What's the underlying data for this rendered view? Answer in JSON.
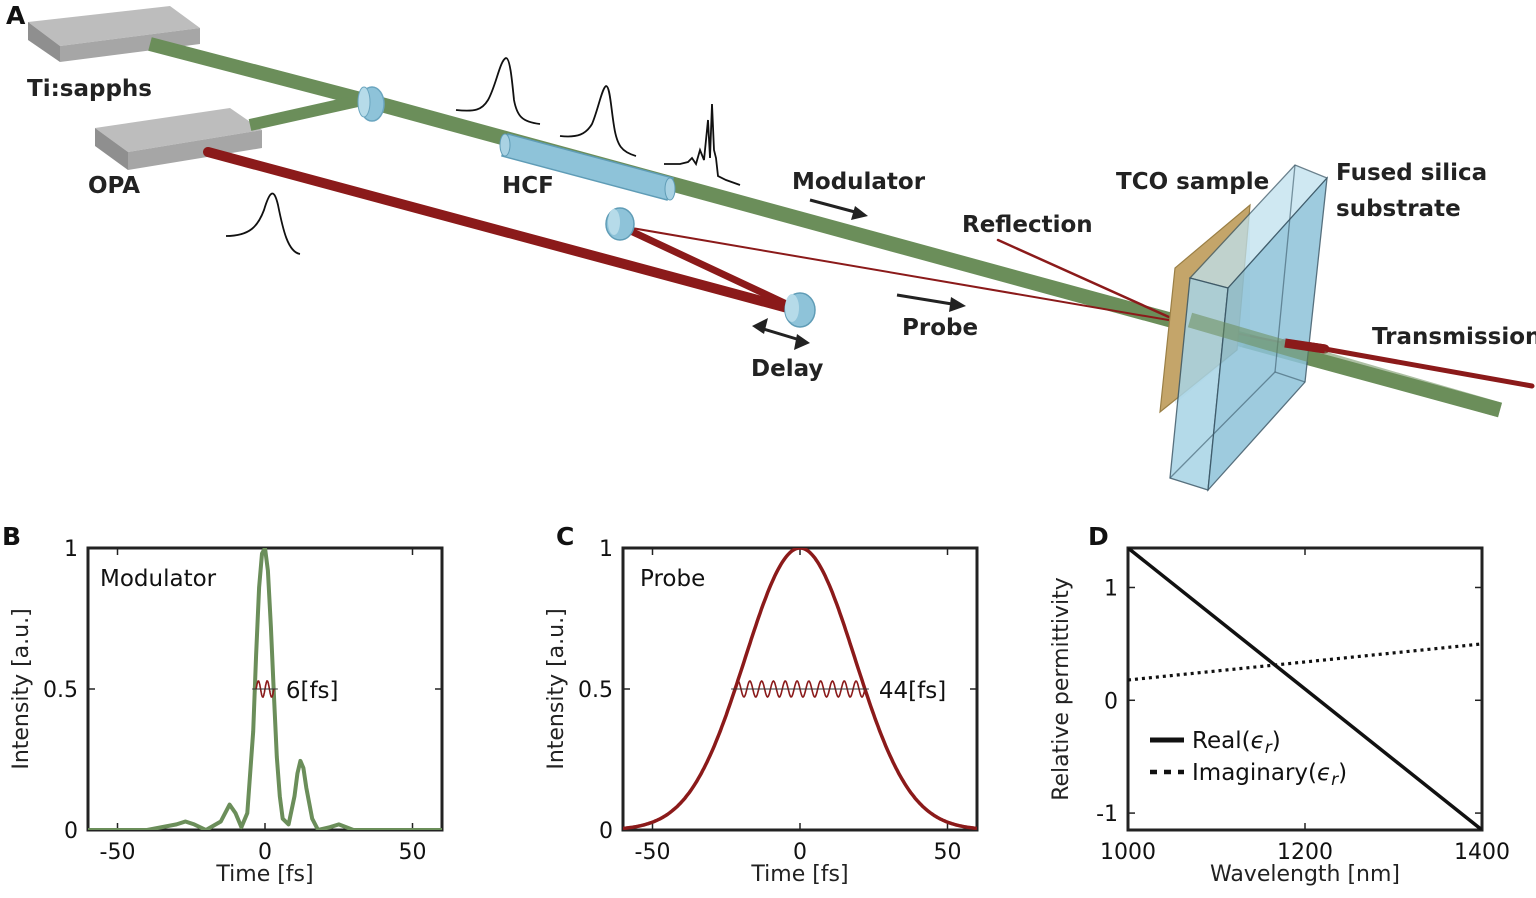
{
  "panels": {
    "A": {
      "letter": "A",
      "labels": {
        "ti_sapphs": "Ti:sapphs",
        "opa": "OPA",
        "hcf": "HCF",
        "modulator": "Modulator",
        "reflection": "Reflection",
        "tco_sample": "TCO sample",
        "fused_silica_1": "Fused silica",
        "fused_silica_2": "substrate",
        "probe": "Probe",
        "delay": "Delay",
        "transmission": "Transmission"
      }
    },
    "B": {
      "letter": "B"
    },
    "C": {
      "letter": "C"
    },
    "D": {
      "letter": "D"
    }
  },
  "colors": {
    "green_beam": "#6b8e5a",
    "red_beam": "#8b1a1a",
    "optic_blue": "#8ec3d9",
    "glass_blue": "#a8d4e6",
    "tco_tan": "#c4a56a",
    "box_gray": "#a8a8a8",
    "axis": "#222222"
  },
  "chart_data": [
    {
      "id": "B",
      "type": "line",
      "xlabel": "Time [fs]",
      "ylabel": "Intensity [a.u.]",
      "xlim": [
        -60,
        60
      ],
      "ylim": [
        0,
        1
      ],
      "xticks": [
        -50,
        0,
        50
      ],
      "yticks": [
        0,
        0.5,
        1
      ],
      "ytick_labels": [
        "0",
        "0.5",
        "1"
      ],
      "annotation_title": "Modulator",
      "pulse_label": "6[fs]",
      "pulse_width_fs": 6,
      "series": [
        {
          "color": "#6b8e5a",
          "x": [
            -60,
            -40,
            -30,
            -27,
            -24,
            -20,
            -15,
            -12,
            -10,
            -8,
            -6,
            -4,
            -3,
            -2,
            -1,
            0,
            1,
            2,
            3,
            4,
            5,
            6,
            8,
            10,
            11,
            12,
            13,
            14,
            16,
            18,
            22,
            25,
            30,
            40,
            60
          ],
          "y": [
            0.0,
            0.0,
            0.02,
            0.03,
            0.02,
            0.0,
            0.03,
            0.09,
            0.06,
            0.01,
            0.06,
            0.35,
            0.62,
            0.86,
            0.98,
            1.0,
            0.92,
            0.72,
            0.48,
            0.26,
            0.12,
            0.04,
            0.02,
            0.12,
            0.2,
            0.245,
            0.22,
            0.15,
            0.04,
            0.0,
            0.01,
            0.02,
            0.0,
            0.0,
            0.0
          ]
        }
      ]
    },
    {
      "id": "C",
      "type": "line",
      "xlabel": "Time [fs]",
      "ylabel": "Intensity [a.u.]",
      "xlim": [
        -60,
        60
      ],
      "ylim": [
        0,
        1
      ],
      "xticks": [
        -50,
        0,
        50
      ],
      "yticks": [
        0,
        0.5,
        1
      ],
      "ytick_labels": [
        "0",
        "0.5",
        "1"
      ],
      "annotation_title": "Probe",
      "pulse_label": "44[fs]",
      "pulse_width_fs": 44,
      "gaussian_fwhm_fs": 44,
      "series": [
        {
          "color": "#8b1a1a",
          "shape": "gaussian",
          "center": 0,
          "peak": 1.0
        }
      ]
    },
    {
      "id": "D",
      "type": "line",
      "xlabel": "Wavelength [nm]",
      "ylabel": "Relative permittivity",
      "xlim": [
        1000,
        1400
      ],
      "ylim": [
        -1.15,
        1.35
      ],
      "xticks": [
        1000,
        1200,
        1400
      ],
      "yticks": [
        -1,
        0,
        1
      ],
      "ytick_labels": [
        "-1",
        "0",
        "1"
      ],
      "legend_placement": "lower-left",
      "series": [
        {
          "name": "Real(ϵr)",
          "label_base": "Real(",
          "label_sym": "ϵ",
          "label_sub": "r",
          "label_close": ")",
          "style": "solid",
          "x": [
            1000,
            1400
          ],
          "y": [
            1.35,
            -1.15
          ]
        },
        {
          "name": "Imaginary(ϵr)",
          "label_base": "Imaginary(",
          "label_sym": "ϵ",
          "label_sub": "r",
          "label_close": ")",
          "style": "dotted",
          "x": [
            1000,
            1400
          ],
          "y": [
            0.18,
            0.5
          ]
        }
      ]
    }
  ]
}
